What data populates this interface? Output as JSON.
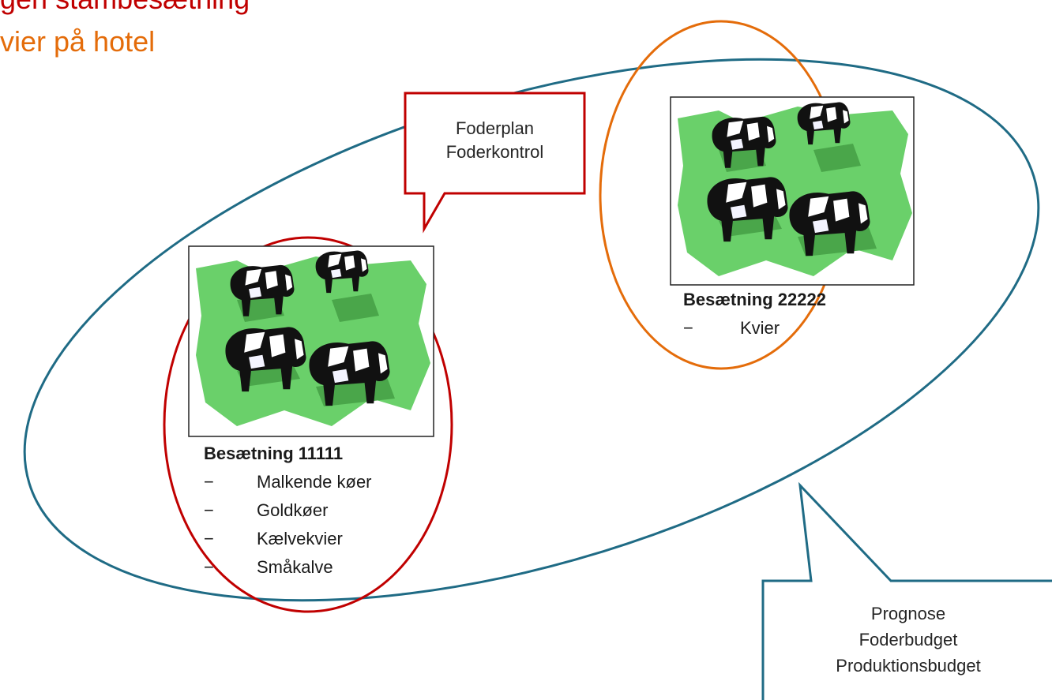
{
  "titles": {
    "line1": "gen stambesætning",
    "line2": "vier på hotel"
  },
  "callouts": {
    "top": [
      "Foderplan",
      "Foderkontrol"
    ],
    "bottom": [
      "Prognose",
      "Foderbudget",
      "Produktionsbudget"
    ]
  },
  "herds": [
    {
      "title": "Besætning 11111",
      "items": [
        "Malkende køer",
        "Goldkøer",
        "Kælvekvier",
        "Småkalve"
      ]
    },
    {
      "title": "Besætning 22222",
      "items": [
        "Kvier"
      ]
    }
  ],
  "bullet": "−",
  "colors": {
    "outer_ellipse": "#1f6b85",
    "herd1_ring": "#c00000",
    "herd2_ring": "#e46c0a",
    "top_callout": "#c00000",
    "bottom_callout": "#1f6b85",
    "grass": "#6ad06a",
    "grass_shadow": "#4aa64a"
  },
  "icons": [
    "cow-herd-clipart",
    "cow-herd-clipart"
  ]
}
